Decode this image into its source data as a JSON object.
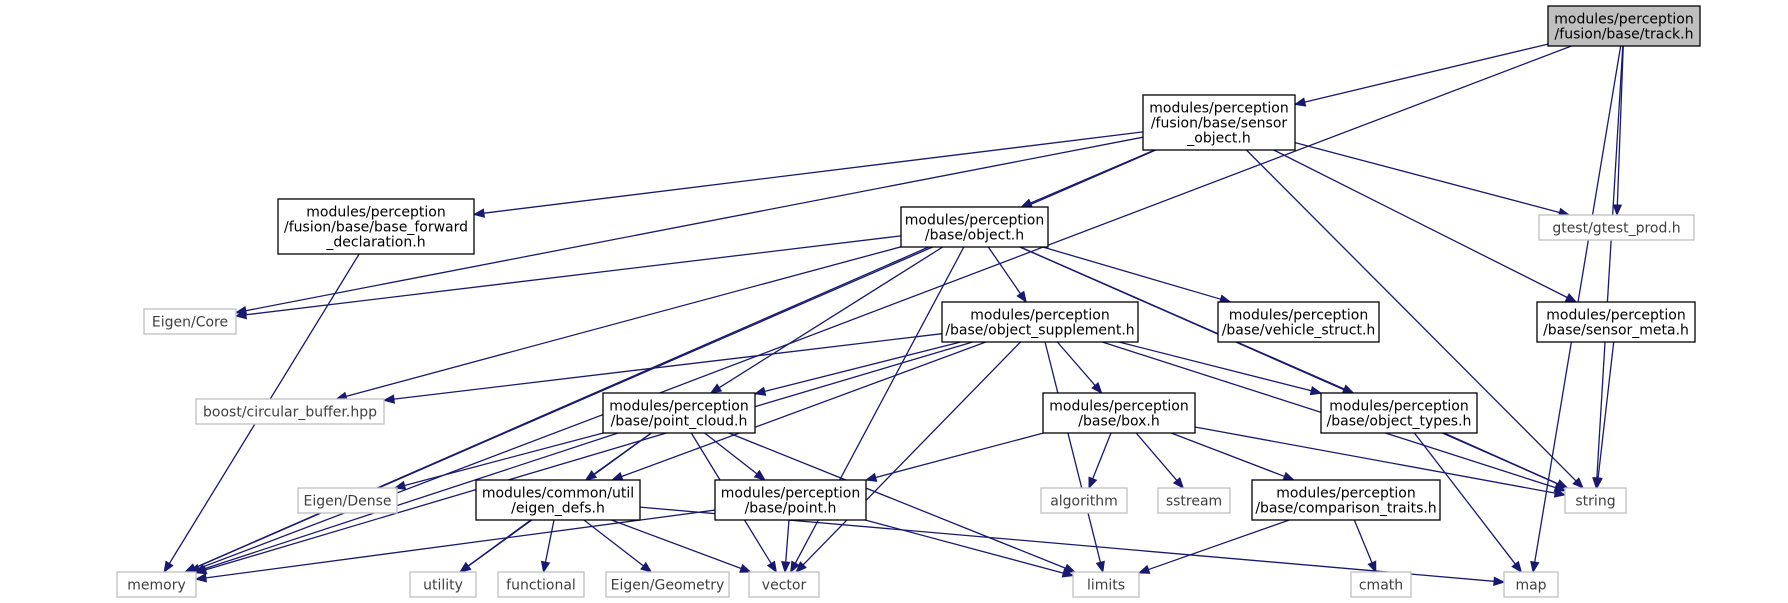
{
  "colors": {
    "edge": "#191970",
    "focus_fill": "#bfbfbf",
    "local_border": "#000000",
    "system_border": "#bfbfbf",
    "system_text": "#3f3f3f"
  },
  "nodes": {
    "track_h": {
      "lines": [
        "modules/perception",
        "/fusion/base/track.h"
      ],
      "kind": "focus"
    },
    "sensor_object_h": {
      "lines": [
        "modules/perception",
        "/fusion/base/sensor",
        "_object.h"
      ],
      "kind": "local"
    },
    "base_forward_declaration_h": {
      "lines": [
        "modules/perception",
        "/fusion/base/base_forward",
        "_declaration.h"
      ],
      "kind": "local"
    },
    "object_h": {
      "lines": [
        "modules/perception",
        "/base/object.h"
      ],
      "kind": "local"
    },
    "gtest_prod_h": {
      "lines": [
        "gtest/gtest_prod.h"
      ],
      "kind": "system"
    },
    "eigen_core": {
      "lines": [
        "Eigen/Core"
      ],
      "kind": "system"
    },
    "object_supplement_h": {
      "lines": [
        "modules/perception",
        "/base/object_supplement.h"
      ],
      "kind": "local"
    },
    "vehicle_struct_h": {
      "lines": [
        "modules/perception",
        "/base/vehicle_struct.h"
      ],
      "kind": "local"
    },
    "sensor_meta_h": {
      "lines": [
        "modules/perception",
        "/base/sensor_meta.h"
      ],
      "kind": "local"
    },
    "circular_buffer_hpp": {
      "lines": [
        "boost/circular_buffer.hpp"
      ],
      "kind": "system"
    },
    "point_cloud_h": {
      "lines": [
        "modules/perception",
        "/base/point_cloud.h"
      ],
      "kind": "local"
    },
    "box_h": {
      "lines": [
        "modules/perception",
        "/base/box.h"
      ],
      "kind": "local"
    },
    "object_types_h": {
      "lines": [
        "modules/perception",
        "/base/object_types.h"
      ],
      "kind": "local"
    },
    "eigen_dense": {
      "lines": [
        "Eigen/Dense"
      ],
      "kind": "system"
    },
    "eigen_defs_h": {
      "lines": [
        "modules/common/util",
        "/eigen_defs.h"
      ],
      "kind": "local"
    },
    "point_h": {
      "lines": [
        "modules/perception",
        "/base/point.h"
      ],
      "kind": "local"
    },
    "algorithm": {
      "lines": [
        "algorithm"
      ],
      "kind": "system"
    },
    "sstream": {
      "lines": [
        "sstream"
      ],
      "kind": "system"
    },
    "comparison_traits_h": {
      "lines": [
        "modules/perception",
        "/base/comparison_traits.h"
      ],
      "kind": "local"
    },
    "string": {
      "lines": [
        "string"
      ],
      "kind": "system"
    },
    "memory": {
      "lines": [
        "memory"
      ],
      "kind": "system"
    },
    "utility": {
      "lines": [
        "utility"
      ],
      "kind": "system"
    },
    "functional": {
      "lines": [
        "functional"
      ],
      "kind": "system"
    },
    "eigen_geometry": {
      "lines": [
        "Eigen/Geometry"
      ],
      "kind": "system"
    },
    "vector": {
      "lines": [
        "vector"
      ],
      "kind": "system"
    },
    "limits": {
      "lines": [
        "limits"
      ],
      "kind": "system"
    },
    "cmath": {
      "lines": [
        "cmath"
      ],
      "kind": "system"
    },
    "map": {
      "lines": [
        "map"
      ],
      "kind": "system"
    }
  },
  "edges": [
    [
      "track_h",
      "memory"
    ],
    [
      "track_h",
      "sensor_object_h"
    ],
    [
      "track_h",
      "gtest_prod_h"
    ],
    [
      "track_h",
      "string"
    ],
    [
      "track_h",
      "map"
    ],
    [
      "sensor_object_h",
      "memory"
    ],
    [
      "sensor_object_h",
      "base_forward_declaration_h"
    ],
    [
      "sensor_object_h",
      "eigen_core"
    ],
    [
      "sensor_object_h",
      "object_h"
    ],
    [
      "sensor_object_h",
      "gtest_prod_h"
    ],
    [
      "sensor_object_h",
      "sensor_meta_h"
    ],
    [
      "sensor_object_h",
      "string"
    ],
    [
      "base_forward_declaration_h",
      "memory"
    ],
    [
      "object_h",
      "eigen_core"
    ],
    [
      "object_h",
      "circular_buffer_hpp"
    ],
    [
      "object_h",
      "memory"
    ],
    [
      "object_h",
      "point_cloud_h"
    ],
    [
      "object_h",
      "vector"
    ],
    [
      "object_h",
      "object_supplement_h"
    ],
    [
      "object_h",
      "vehicle_struct_h"
    ],
    [
      "object_h",
      "object_types_h"
    ],
    [
      "object_h",
      "string"
    ],
    [
      "object_supplement_h",
      "circular_buffer_hpp"
    ],
    [
      "object_supplement_h",
      "memory"
    ],
    [
      "object_supplement_h",
      "point_cloud_h"
    ],
    [
      "object_supplement_h",
      "eigen_defs_h"
    ],
    [
      "object_supplement_h",
      "vector"
    ],
    [
      "object_supplement_h",
      "box_h"
    ],
    [
      "object_supplement_h",
      "object_types_h"
    ],
    [
      "object_supplement_h",
      "limits"
    ],
    [
      "object_supplement_h",
      "string"
    ],
    [
      "sensor_meta_h",
      "string"
    ],
    [
      "point_cloud_h",
      "memory"
    ],
    [
      "point_cloud_h",
      "eigen_dense"
    ],
    [
      "point_cloud_h",
      "utility"
    ],
    [
      "point_cloud_h",
      "eigen_defs_h"
    ],
    [
      "point_cloud_h",
      "vector"
    ],
    [
      "point_cloud_h",
      "point_h"
    ],
    [
      "point_cloud_h",
      "limits"
    ],
    [
      "box_h",
      "point_h"
    ],
    [
      "box_h",
      "algorithm"
    ],
    [
      "box_h",
      "sstream"
    ],
    [
      "box_h",
      "comparison_traits_h"
    ],
    [
      "box_h",
      "string"
    ],
    [
      "object_types_h",
      "string"
    ],
    [
      "object_types_h",
      "map"
    ],
    [
      "eigen_defs_h",
      "utility"
    ],
    [
      "eigen_defs_h",
      "functional"
    ],
    [
      "eigen_defs_h",
      "eigen_geometry"
    ],
    [
      "eigen_defs_h",
      "vector"
    ],
    [
      "eigen_defs_h",
      "map"
    ],
    [
      "point_h",
      "memory"
    ],
    [
      "point_h",
      "vector"
    ],
    [
      "point_h",
      "limits"
    ],
    [
      "comparison_traits_h",
      "limits"
    ],
    [
      "comparison_traits_h",
      "cmath"
    ]
  ]
}
